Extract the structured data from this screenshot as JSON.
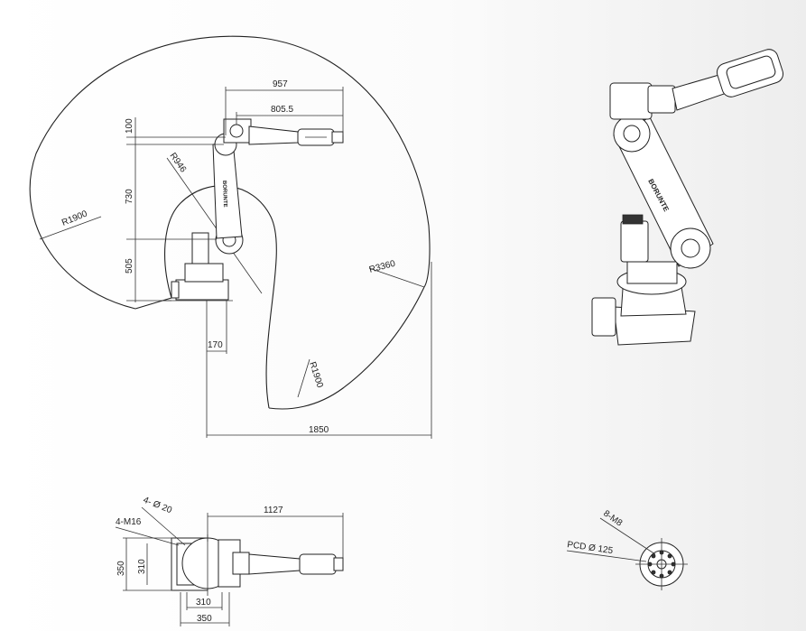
{
  "side_view": {
    "reach_top": "957",
    "reach_wrist": "805.5",
    "offset_top": "100",
    "upper_arm": "730",
    "base_height": "505",
    "radius_left": "R1900",
    "radius_inner": "R946",
    "radius_outer": "R3360",
    "radius_bottom": "R1900",
    "base_offset": "170",
    "total_reach": "1850",
    "arm_marking": "BORUNTE"
  },
  "top_view": {
    "length": "1127",
    "holes": "4- Ø 20",
    "bolts": "4-M16",
    "width_outer": "350",
    "width_inner": "310",
    "depth_inner": "310",
    "depth_outer": "350"
  },
  "flange_view": {
    "thread": "8-M8",
    "pcd": "PCD Ø 125"
  },
  "render_3d": {
    "arm_marking": "BORUNTE"
  }
}
